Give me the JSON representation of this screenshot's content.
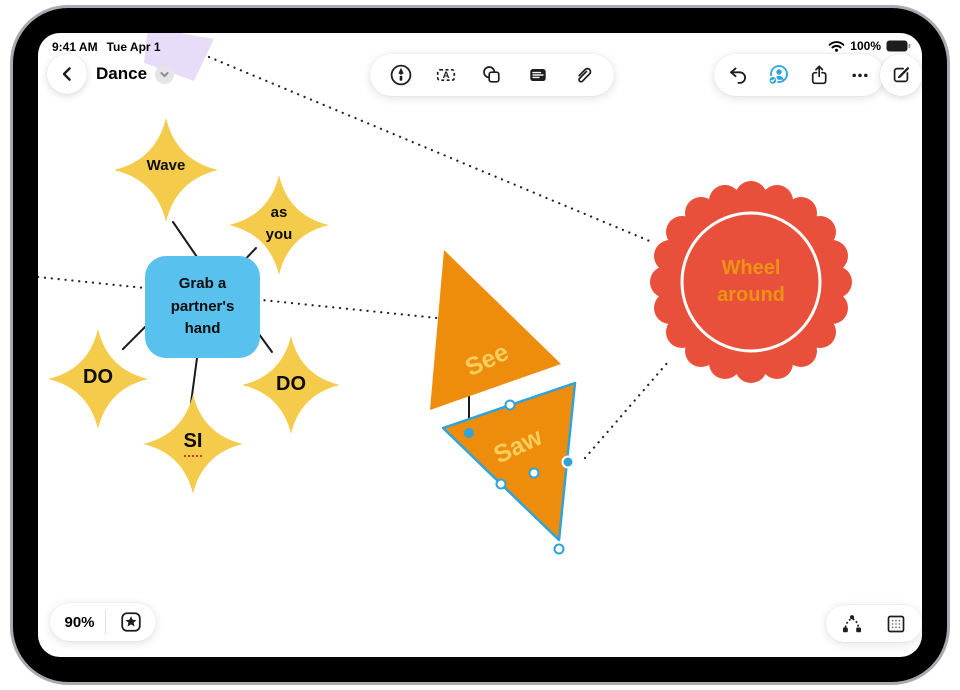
{
  "status_bar": {
    "time": "9:41 AM",
    "date": "Tue Apr 1",
    "battery_percent": "100%",
    "icons": [
      "wifi-icon",
      "battery-icon"
    ]
  },
  "nav": {
    "title": "Dance",
    "icons": [
      "back-chevron-icon",
      "title-dropdown-chevron-icon"
    ]
  },
  "toolbar": {
    "icons": [
      "markup-icon",
      "text-box-icon",
      "shapes-icon",
      "sticky-note-icon",
      "attachment-icon"
    ],
    "text_tool_glyph": "A"
  },
  "actions": {
    "icons": [
      "undo-icon",
      "collaborate-icon",
      "share-icon",
      "more-icon",
      "new-board-icon"
    ]
  },
  "footer": {
    "zoom_level": "90%",
    "icons": [
      "favorite-star-icon",
      "connector-icon",
      "select-grid-icon"
    ]
  },
  "canvas": {
    "labels": {
      "wave": "Wave",
      "as_you": "as\nyou",
      "do_left": "DO",
      "do_right": "DO",
      "si": "SI",
      "center": "Grab a\npartner's\nhand",
      "see": "See",
      "saw": "Saw",
      "wheel": "Wheel\naround"
    },
    "colors": {
      "star_fill": "#F4CB4A",
      "box_fill": "#58C1ED",
      "triangle_fill": "#EE8D0C",
      "triangle_text": "#F5CE5C",
      "seal_fill": "#E8503C",
      "seal_text": "#EC9412",
      "sticky_fill": "#E7DDF8",
      "selection": "#2FA3DB"
    }
  }
}
